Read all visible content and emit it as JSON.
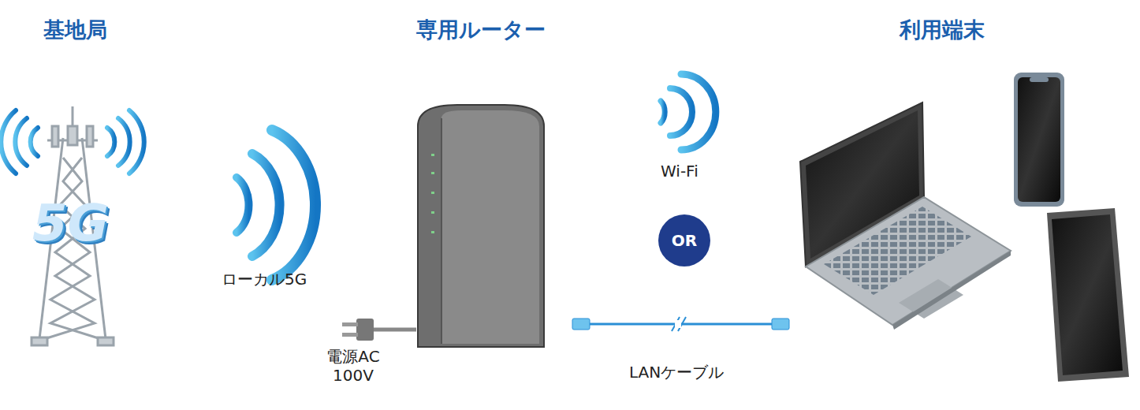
{
  "diagram": {
    "nodes": [
      {
        "text": [
          "OR"
        ]
      }
    ],
    "labels": [
      "基地局",
      "専用ルーター",
      "利用端末",
      "5G",
      "ローカル5G",
      "Wi-Fi",
      "電源AC 100V",
      "LANケーブル"
    ]
  }
}
